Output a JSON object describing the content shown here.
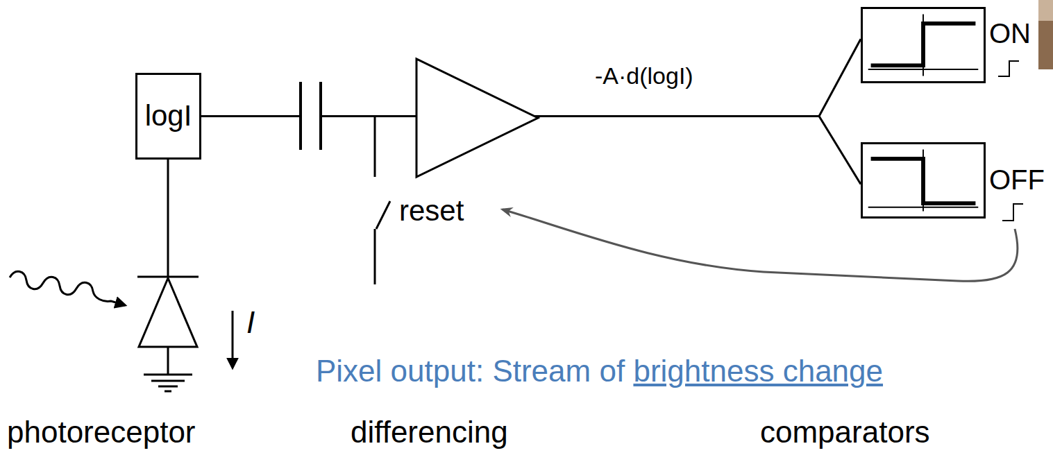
{
  "diagram": {
    "nodes": [
      {
        "text": [
          "logI"
        ]
      },
      {
        "text": [
          "ON"
        ]
      },
      {
        "text": [
          "OFF"
        ]
      }
    ],
    "edges": [
      {
        "from": 0,
        "to": 1,
        "arrow": "none",
        "label": "-A·d(logI)"
      },
      {
        "from": 0,
        "to": 2,
        "arrow": "none"
      }
    ],
    "labels": [
      "I",
      "reset",
      "Pixel output: Stream of",
      "brightness change",
      "photoreceptor",
      "differencing",
      "comparators"
    ]
  }
}
